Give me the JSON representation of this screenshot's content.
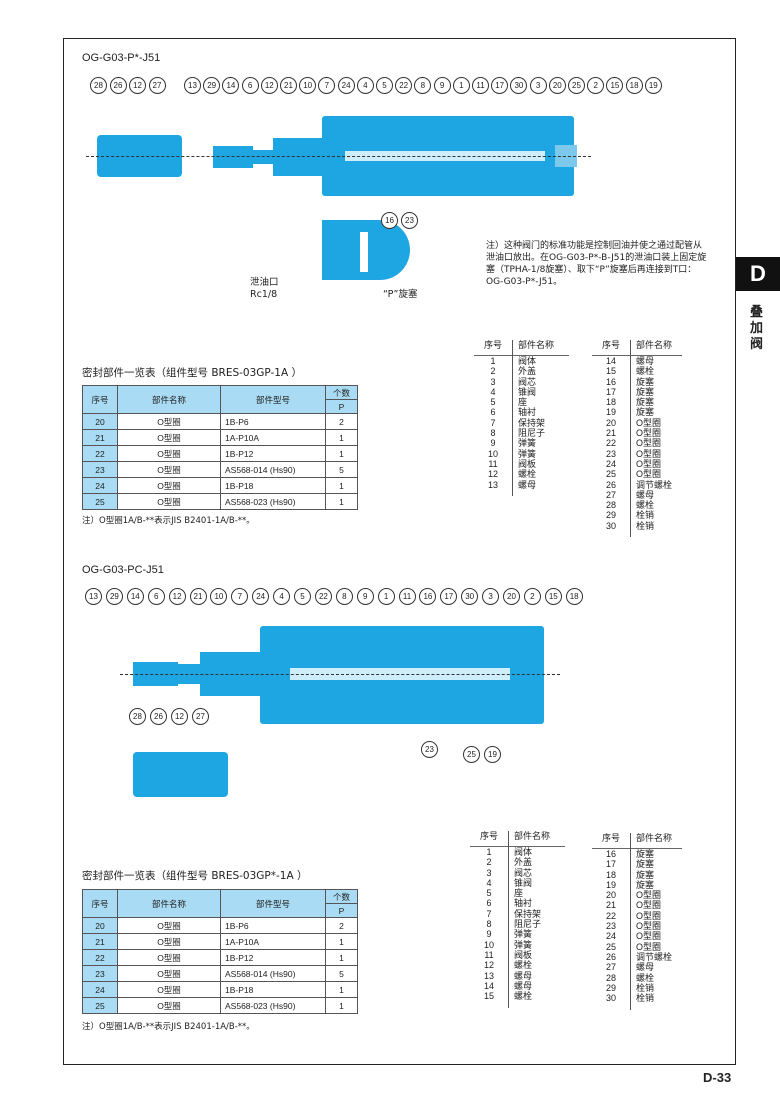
{
  "side_tab": {
    "letter": "D",
    "text": "叠加阀"
  },
  "footer": {
    "page": "D-33"
  },
  "section1": {
    "title": "OG-G03-P*-J51",
    "callouts_left": [
      "28",
      "26",
      "12",
      "27"
    ],
    "callouts_main": [
      "13",
      "29",
      "14",
      "6",
      "12",
      "21",
      "10",
      "7",
      "24",
      "4",
      "5",
      "22",
      "8",
      "9",
      "1",
      "11",
      "17",
      "30",
      "3",
      "20",
      "25",
      "2",
      "15",
      "18",
      "19"
    ],
    "callouts_detail": [
      "16",
      "23"
    ],
    "label_drain": "泄油口",
    "label_drain_size": "Rc1/8",
    "label_plug": "“P”旋塞",
    "note": "注）这种阀门的标准功能是控制回油并使之通过配管从泄油口放出。在OG-G03-P*-B-J51的泄油口装上固定旋塞（TPHA-1/8旋塞）、取下“P”旋塞后再连接到T口：OG-G03-P*-J51。",
    "seal_title": "密封部件一览表（组件型号 BRES-03GP-1A ）",
    "seal_headers": {
      "no": "序号",
      "name": "部件名称",
      "model": "部件型号",
      "qty": "个数",
      "qty_sub": "P"
    },
    "seal_rows": [
      {
        "no": "20",
        "name": "O型圈",
        "model": "1B-P6",
        "qty": "2"
      },
      {
        "no": "21",
        "name": "O型圈",
        "model": "1A-P10A",
        "qty": "1"
      },
      {
        "no": "22",
        "name": "O型圈",
        "model": "1B-P12",
        "qty": "1"
      },
      {
        "no": "23",
        "name": "O型圈",
        "model": "AS568-014 (Hs90)",
        "qty": "5"
      },
      {
        "no": "24",
        "name": "O型圈",
        "model": "1B-P18",
        "qty": "1"
      },
      {
        "no": "25",
        "name": "O型圈",
        "model": "AS568-023 (Hs90)",
        "qty": "1"
      }
    ],
    "seal_note": "注）O型圈1A/B-**表示JIS B2401-1A/B-**。",
    "parts_headers": {
      "no": "序号",
      "name": "部件名称"
    },
    "parts_left": [
      [
        "1",
        "阀体"
      ],
      [
        "2",
        "外盖"
      ],
      [
        "3",
        "阀芯"
      ],
      [
        "4",
        "锥阀"
      ],
      [
        "5",
        "座"
      ],
      [
        "6",
        "轴衬"
      ],
      [
        "7",
        "保持架"
      ],
      [
        "8",
        "阻尼子"
      ],
      [
        "9",
        "弹簧"
      ],
      [
        "10",
        "弹簧"
      ],
      [
        "11",
        "阀板"
      ],
      [
        "12",
        "螺栓"
      ],
      [
        "13",
        "螺母"
      ]
    ],
    "parts_right": [
      [
        "14",
        "螺母"
      ],
      [
        "15",
        "螺栓"
      ],
      [
        "16",
        "旋塞"
      ],
      [
        "17",
        "旋塞"
      ],
      [
        "18",
        "旋塞"
      ],
      [
        "19",
        "旋塞"
      ],
      [
        "20",
        "O型圈"
      ],
      [
        "21",
        "O型圈"
      ],
      [
        "22",
        "O型圈"
      ],
      [
        "23",
        "O型圈"
      ],
      [
        "24",
        "O型圈"
      ],
      [
        "25",
        "O型圈"
      ],
      [
        "26",
        "调节螺栓"
      ],
      [
        "27",
        "螺母"
      ],
      [
        "28",
        "螺栓"
      ],
      [
        "29",
        "栓销"
      ],
      [
        "30",
        "栓销"
      ]
    ]
  },
  "section2": {
    "title": "OG-G03-PC-J51",
    "callouts_main": [
      "13",
      "29",
      "14",
      "6",
      "12",
      "21",
      "10",
      "7",
      "24",
      "4",
      "5",
      "22",
      "8",
      "9",
      "1",
      "11",
      "16",
      "17",
      "30",
      "3",
      "20",
      "2",
      "15",
      "18"
    ],
    "callouts_left": [
      "28",
      "26",
      "12",
      "27"
    ],
    "callouts_bottom": [
      "23",
      "25",
      "19"
    ],
    "seal_title": "密封部件一览表（组件型号 BRES-03GP*-1A ）",
    "seal_headers": {
      "no": "序号",
      "name": "部件名称",
      "model": "部件型号",
      "qty": "个数",
      "qty_sub": "P"
    },
    "seal_rows": [
      {
        "no": "20",
        "name": "O型圈",
        "model": "1B-P6",
        "qty": "2"
      },
      {
        "no": "21",
        "name": "O型圈",
        "model": "1A-P10A",
        "qty": "1"
      },
      {
        "no": "22",
        "name": "O型圈",
        "model": "1B-P12",
        "qty": "1"
      },
      {
        "no": "23",
        "name": "O型圈",
        "model": "AS568-014 (Hs90)",
        "qty": "5"
      },
      {
        "no": "24",
        "name": "O型圈",
        "model": "1B-P18",
        "qty": "1"
      },
      {
        "no": "25",
        "name": "O型圈",
        "model": "AS568-023 (Hs90)",
        "qty": "1"
      }
    ],
    "seal_note": "注）O型圈1A/B-**表示JIS B2401-1A/B-**。",
    "parts_headers": {
      "no": "序号",
      "name": "部件名称"
    },
    "parts_left": [
      [
        "1",
        "阀体"
      ],
      [
        "2",
        "外盖"
      ],
      [
        "3",
        "阀芯"
      ],
      [
        "4",
        "锥阀"
      ],
      [
        "5",
        "座"
      ],
      [
        "6",
        "轴衬"
      ],
      [
        "7",
        "保持架"
      ],
      [
        "8",
        "阻尼子"
      ],
      [
        "9",
        "弹簧"
      ],
      [
        "10",
        "弹簧"
      ],
      [
        "11",
        "阀板"
      ],
      [
        "12",
        "螺栓"
      ],
      [
        "13",
        "螺母"
      ],
      [
        "14",
        "螺母"
      ],
      [
        "15",
        "螺栓"
      ]
    ],
    "parts_right": [
      [
        "16",
        "旋塞"
      ],
      [
        "17",
        "旋塞"
      ],
      [
        "18",
        "旋塞"
      ],
      [
        "19",
        "旋塞"
      ],
      [
        "20",
        "O型圈"
      ],
      [
        "21",
        "O型圈"
      ],
      [
        "22",
        "O型圈"
      ],
      [
        "23",
        "O型圈"
      ],
      [
        "24",
        "O型圈"
      ],
      [
        "25",
        "O型圈"
      ],
      [
        "26",
        "调节螺栓"
      ],
      [
        "27",
        "螺母"
      ],
      [
        "28",
        "螺栓"
      ],
      [
        "29",
        "栓销"
      ],
      [
        "30",
        "栓销"
      ]
    ]
  }
}
